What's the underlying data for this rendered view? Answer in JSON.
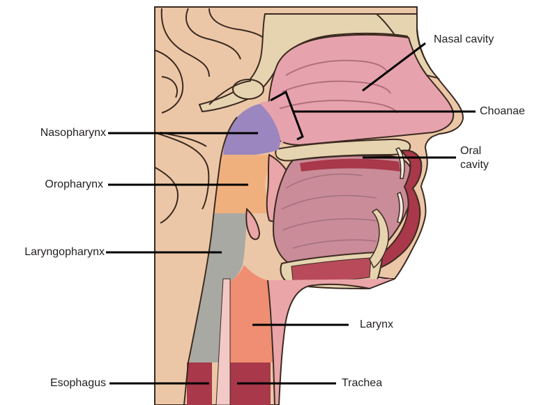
{
  "labels": {
    "nasal_cavity": "Nasal cavity",
    "choanae": "Choanae",
    "nasopharynx": "Nasopharynx",
    "oral_cavity_line1": "Oral",
    "oral_cavity_line2": "cavity",
    "oropharynx": "Oropharynx",
    "laryngopharynx": "Laryngopharynx",
    "larynx": "Larynx",
    "esophagus": "Esophagus",
    "trachea": "Trachea"
  },
  "colors": {
    "skin": "#ecc7a7",
    "outline": "#3b2a20",
    "bone": "#e6d3b0",
    "nasal_mucosa": "#e7a3ad",
    "nasopharynx": "#9b86bf",
    "oropharynx": "#f0b07e",
    "laryngopharynx": "#a9a9a4",
    "larynx": "#ef8e72",
    "tongue": "#c98c98",
    "pink_tissue": "#eaa5a9",
    "dark_red": "#a8384a",
    "esophagus_trachea_base": "#a8384a",
    "leader_lines": "#000000"
  }
}
